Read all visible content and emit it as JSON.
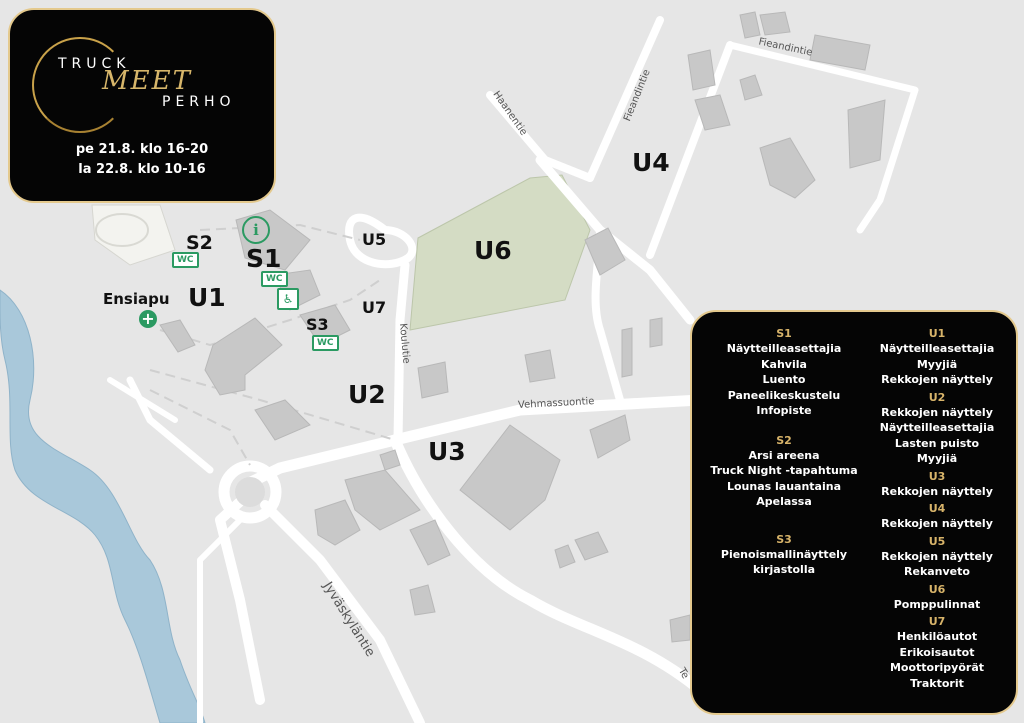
{
  "header": {
    "logo_truck": "TRUCK",
    "logo_meet": "MEET",
    "logo_perho": "PERHO",
    "date_line_1": "pe 21.8. klo 16-20",
    "date_line_2": "la 22.8. klo 10-16"
  },
  "zones": {
    "s1": "S1",
    "s2": "S2",
    "s3": "S3",
    "u1": "U1",
    "u2": "U2",
    "u3": "U3",
    "u4": "U4",
    "u5": "U5",
    "u6": "U6",
    "u7": "U7"
  },
  "poi": {
    "first_aid": "Ensiapu",
    "wc": "WC",
    "info_glyph": "i",
    "aid_glyph": "+",
    "access_glyph": "♿"
  },
  "streets": {
    "fieandintie_top": "Fieandintie",
    "fieandintie_side": "Fieandintie",
    "haanentie": "Haanentie",
    "koulutie": "Koulutie",
    "vehmassuontie": "Vehmassuontie",
    "jyvaskylantie": "Jyväskyläntie",
    "te": "Te"
  },
  "legend": {
    "left": [
      {
        "heading": "S1",
        "items": [
          "Näytteilleasettajia",
          "Kahvila",
          "Luento",
          "Paneelikeskustelu",
          "Infopiste"
        ]
      },
      {
        "heading": "S2",
        "items": [
          "Arsi areena",
          "Truck Night -tapahtuma",
          "Lounas lauantaina",
          "Apelassa"
        ]
      },
      {
        "heading": "S3",
        "items": [
          "Pienoismallinäyttely",
          "kirjastolla"
        ]
      }
    ],
    "right": [
      {
        "heading": "U1",
        "items": [
          "Näytteilleasettajia",
          "Myyjiä",
          "Rekkojen näyttely"
        ]
      },
      {
        "heading": "U2",
        "items": [
          "Rekkojen näyttely",
          "Näytteilleasettajia",
          "Lasten puisto",
          "Myyjiä"
        ]
      },
      {
        "heading": "U3",
        "items": [
          "Rekkojen näyttely"
        ]
      },
      {
        "heading": "U4",
        "items": [
          "Rekkojen näyttely"
        ]
      },
      {
        "heading": "U5",
        "items": [
          "Rekkojen näyttely",
          "Rekanveto"
        ]
      },
      {
        "heading": "U6",
        "items": [
          "Pomppulinnat"
        ]
      },
      {
        "heading": "U7",
        "items": [
          "Henkilöautot",
          "Erikoisautot",
          "Moottoripyörät",
          "Traktorit"
        ]
      }
    ]
  },
  "colors": {
    "background": "#e6e6e6",
    "road": "#ffffff",
    "building": "#c8c8c8",
    "park": "#d4dcc4",
    "water": "#a9c8da",
    "card": "#050505",
    "gold": "#d8b46a",
    "poi_green": "#2b9a62"
  }
}
